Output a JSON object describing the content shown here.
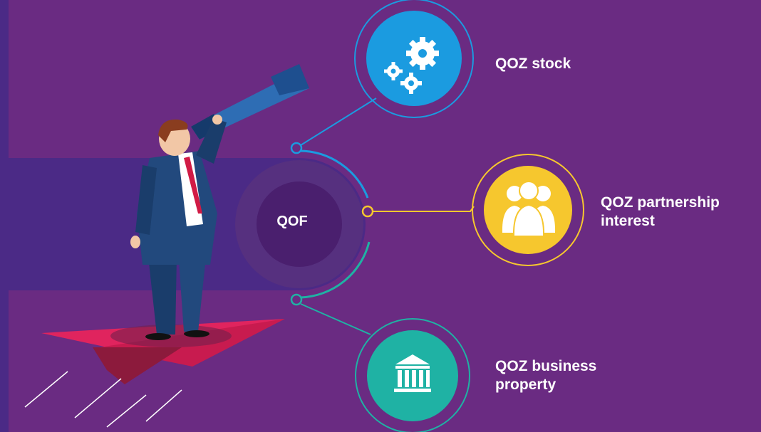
{
  "center": {
    "label": "QOF"
  },
  "options": [
    {
      "id": "stock",
      "lines": [
        "QOZ stock"
      ],
      "icon": "gears-icon",
      "color": "#1b9be0"
    },
    {
      "id": "partnership",
      "lines": [
        "QOZ partnership",
        "interest"
      ],
      "icon": "team-icon",
      "color": "#f6c72e"
    },
    {
      "id": "property",
      "lines": [
        "QOZ business",
        "property"
      ],
      "icon": "bank-building-icon",
      "color": "#1fb2a4"
    }
  ],
  "colors": {
    "background": "#6a2b82",
    "band": "#4b2a86",
    "center_circle": "#4a1f6e",
    "stock": "#1b9be0",
    "partnership": "#f6c72e",
    "property": "#1fb2a4"
  }
}
